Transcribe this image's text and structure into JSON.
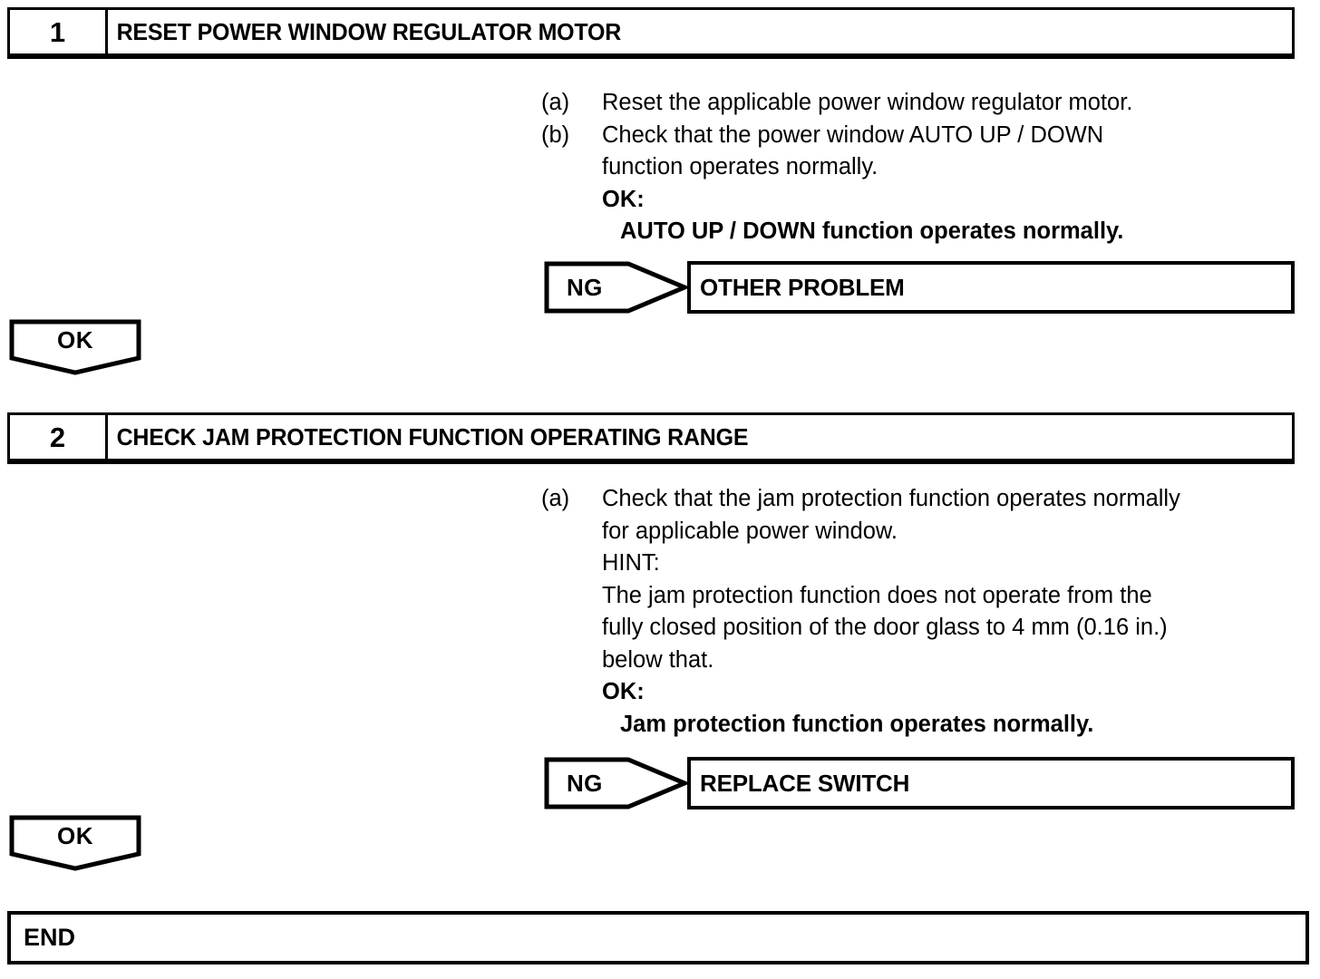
{
  "steps": [
    {
      "number": "1",
      "title": "RESET POWER WINDOW REGULATOR MOTOR",
      "instructions": [
        {
          "label": "(a)",
          "text": "Reset the applicable power window regulator motor."
        },
        {
          "label": "(b)",
          "text": "Check that the power window AUTO UP / DOWN"
        }
      ],
      "continuation": "function operates normally.",
      "ok_heading": "OK:",
      "ok_result": "AUTO UP / DOWN function operates normally.",
      "ng_label": "NG",
      "ng_result": "OTHER PROBLEM",
      "ok_connector": "OK"
    },
    {
      "number": "2",
      "title": "CHECK JAM PROTECTION FUNCTION OPERATING RANGE",
      "instructions": [
        {
          "label": "(a)",
          "text": "Check that the jam protection function operates normally"
        }
      ],
      "continuation": "for applicable power window.",
      "hint_heading": "HINT:",
      "hint_lines": [
        "The jam protection function does not operate from the",
        "fully closed position of the door glass to 4 mm (0.16 in.)",
        "below that."
      ],
      "ok_heading": "OK:",
      "ok_result": "Jam protection function operates normally.",
      "ng_label": "NG",
      "ng_result": "REPLACE SWITCH",
      "ok_connector": "OK"
    }
  ],
  "end_label": "END",
  "colors": {
    "line": "#000000",
    "background": "#ffffff"
  }
}
